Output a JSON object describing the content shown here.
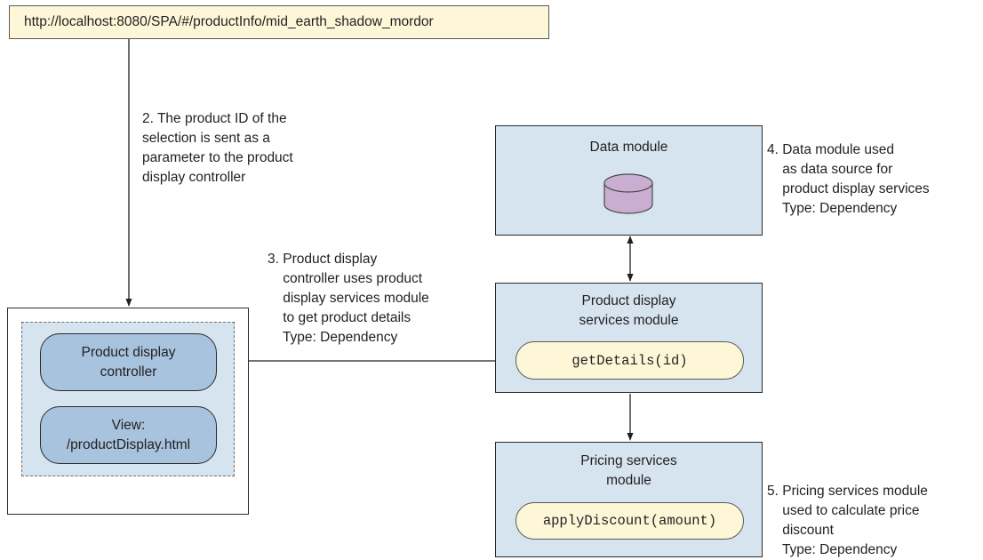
{
  "url_bar": {
    "text": "http://localhost:8080/SPA/#/productInfo/mid_earth_shadow_mordor"
  },
  "annotations": {
    "step2": "2. The product ID of the\nselection is sent as a\nparameter to the product\ndisplay controller",
    "step3": "3. Product display\n    controller uses product\n    display services module\n    to get product details\n    Type: Dependency",
    "step4": "4. Data module used\n    as data source for\n    product display services\n    Type: Dependency",
    "step5": "5. Pricing services module\n    used to calculate price\n    discount\n    Type: Dependency"
  },
  "view_container": {
    "controller_label": "Product display\ncontroller",
    "view_label": "View:\n/productDisplay.html"
  },
  "modules": {
    "data": {
      "title": "Data module",
      "icon": "database-icon",
      "icon_color": "#c9aed2"
    },
    "product_services": {
      "title": "Product display\nservices module",
      "method": "getDetails(id)"
    },
    "pricing": {
      "title": "Pricing services\nmodule",
      "method": "applyDiscount(amount)"
    }
  }
}
